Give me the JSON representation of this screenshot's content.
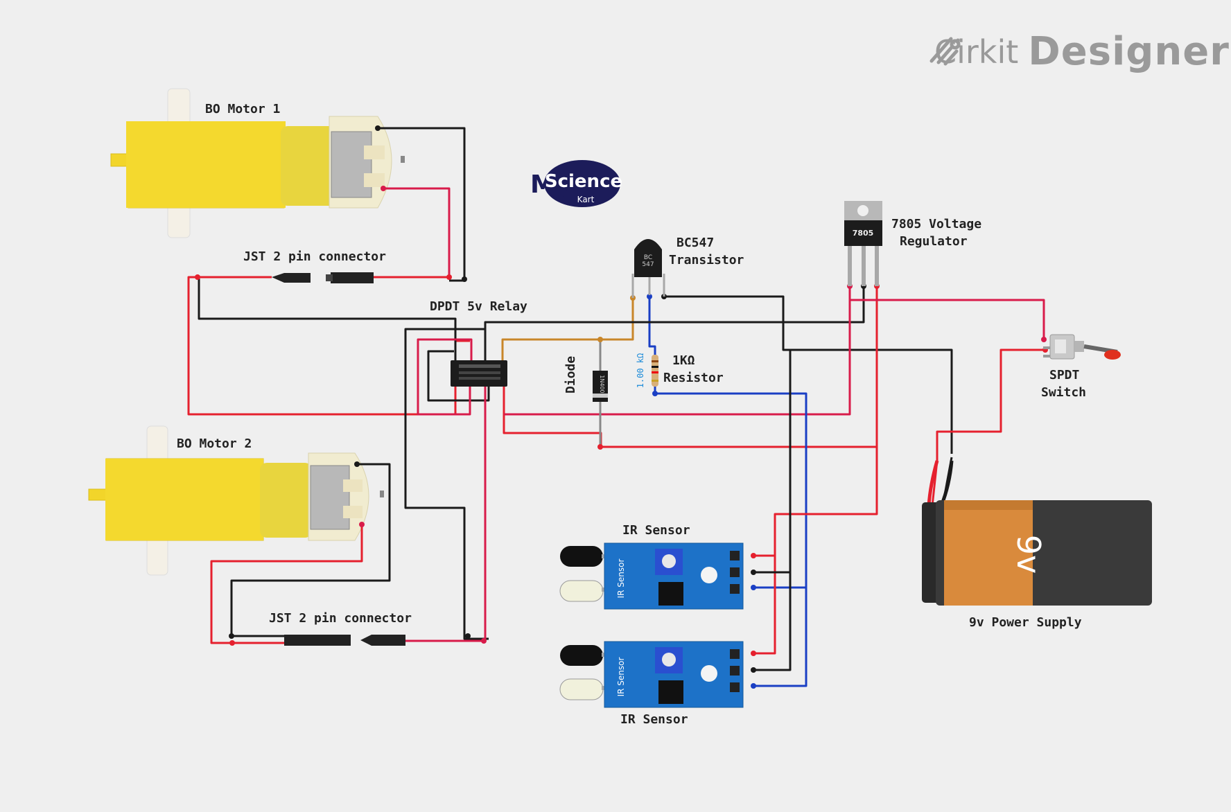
{
  "brand": {
    "name_light": "Cirkit",
    "name_bold": "Designer"
  },
  "logo": {
    "text_my": "My",
    "text_science": "Science",
    "text_kart": "Kart"
  },
  "components": {
    "motor1": {
      "label": "BO Motor 1"
    },
    "motor2": {
      "label": "BO Motor 2"
    },
    "jst1": {
      "label": "JST 2 pin connector"
    },
    "jst2": {
      "label": "JST 2 pin connector"
    },
    "relay": {
      "label": "DPDT 5v Relay"
    },
    "transistor": {
      "label_line1": "BC547",
      "label_line2": "Transistor",
      "body_text1": "BC",
      "body_text2": "547"
    },
    "regulator": {
      "label_line1": "7805 Voltage",
      "label_line2": "Regulator",
      "body_text": "7805"
    },
    "diode": {
      "label": "Diode",
      "body_text": "1N4007"
    },
    "resistor": {
      "label_line1": "1KΩ",
      "label_line2": "Resistor",
      "value_text": "1.00 kΩ"
    },
    "switch": {
      "label_line1": "SPDT",
      "label_line2": "Switch"
    },
    "battery": {
      "label": "9v Power Supply",
      "body_text": "9v"
    },
    "ir1": {
      "label": "IR Sensor",
      "board_text": "IR Sensor"
    },
    "ir2": {
      "label": "IR Sensor",
      "board_text": "IR Sensor"
    }
  },
  "colors": {
    "background": "#efefef",
    "wire_red": "#e5202e",
    "wire_pink": "#d81b4a",
    "wire_black": "#1a1a1a",
    "wire_blue": "#1a3fc4",
    "wire_brown": "#c8862a",
    "motor_yellow": "#f3d72c",
    "ir_board_blue": "#1d72c8",
    "battery_orange": "#d98a3c",
    "battery_dark": "#3a3a3a"
  }
}
